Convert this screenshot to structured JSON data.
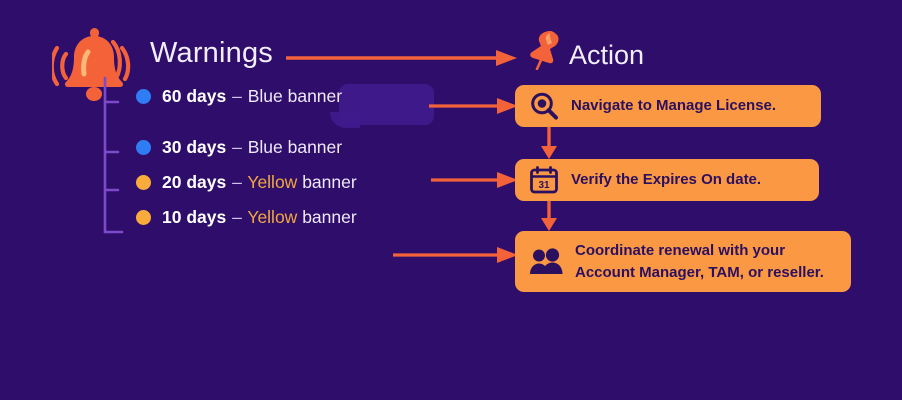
{
  "theme": {
    "background": "#2e0d6b",
    "accent_orange": "#f4623a",
    "box_orange": "#fb9843",
    "box_text": "#2b1060",
    "title_text": "#f2eefb",
    "blue_dot": "#2f7df4",
    "yellow_dot": "#f9ab3c",
    "yellow_text": "#f2a83f",
    "bracket_purple": "#7b4bc9"
  },
  "warnings": {
    "title": "Warnings",
    "icon": "bell-icon",
    "items": [
      {
        "days": "60 days",
        "dash": "–",
        "severity": "Blue",
        "banner": "banner",
        "dot_color": "#2f7df4",
        "severity_color": "#efe9fa"
      },
      {
        "days": "30 days",
        "dash": "–",
        "severity": "Blue",
        "banner": "banner",
        "dot_color": "#2f7df4",
        "severity_color": "#efe9fa"
      },
      {
        "days": "20 days",
        "dash": "–",
        "severity": "Yellow",
        "banner": "banner",
        "dot_color": "#f9ab3c",
        "severity_color": "#f2a83f"
      },
      {
        "days": "10 days",
        "dash": "–",
        "severity": "Yellow",
        "banner": "banner",
        "dot_color": "#f9ab3c",
        "severity_color": "#f2a83f"
      }
    ]
  },
  "action": {
    "title": "Action",
    "icon": "pushpin-icon",
    "steps": [
      {
        "icon": "magnifier-icon",
        "line1": "Navigate to Manage License.",
        "line2": ""
      },
      {
        "icon": "calendar-icon",
        "calendar_day": "31",
        "line1": "Verify the Expires On date.",
        "line2": ""
      },
      {
        "icon": "people-icon",
        "line1": "Coordinate renewal with your",
        "line2": "Account Manager, TAM, or reseller."
      }
    ]
  }
}
